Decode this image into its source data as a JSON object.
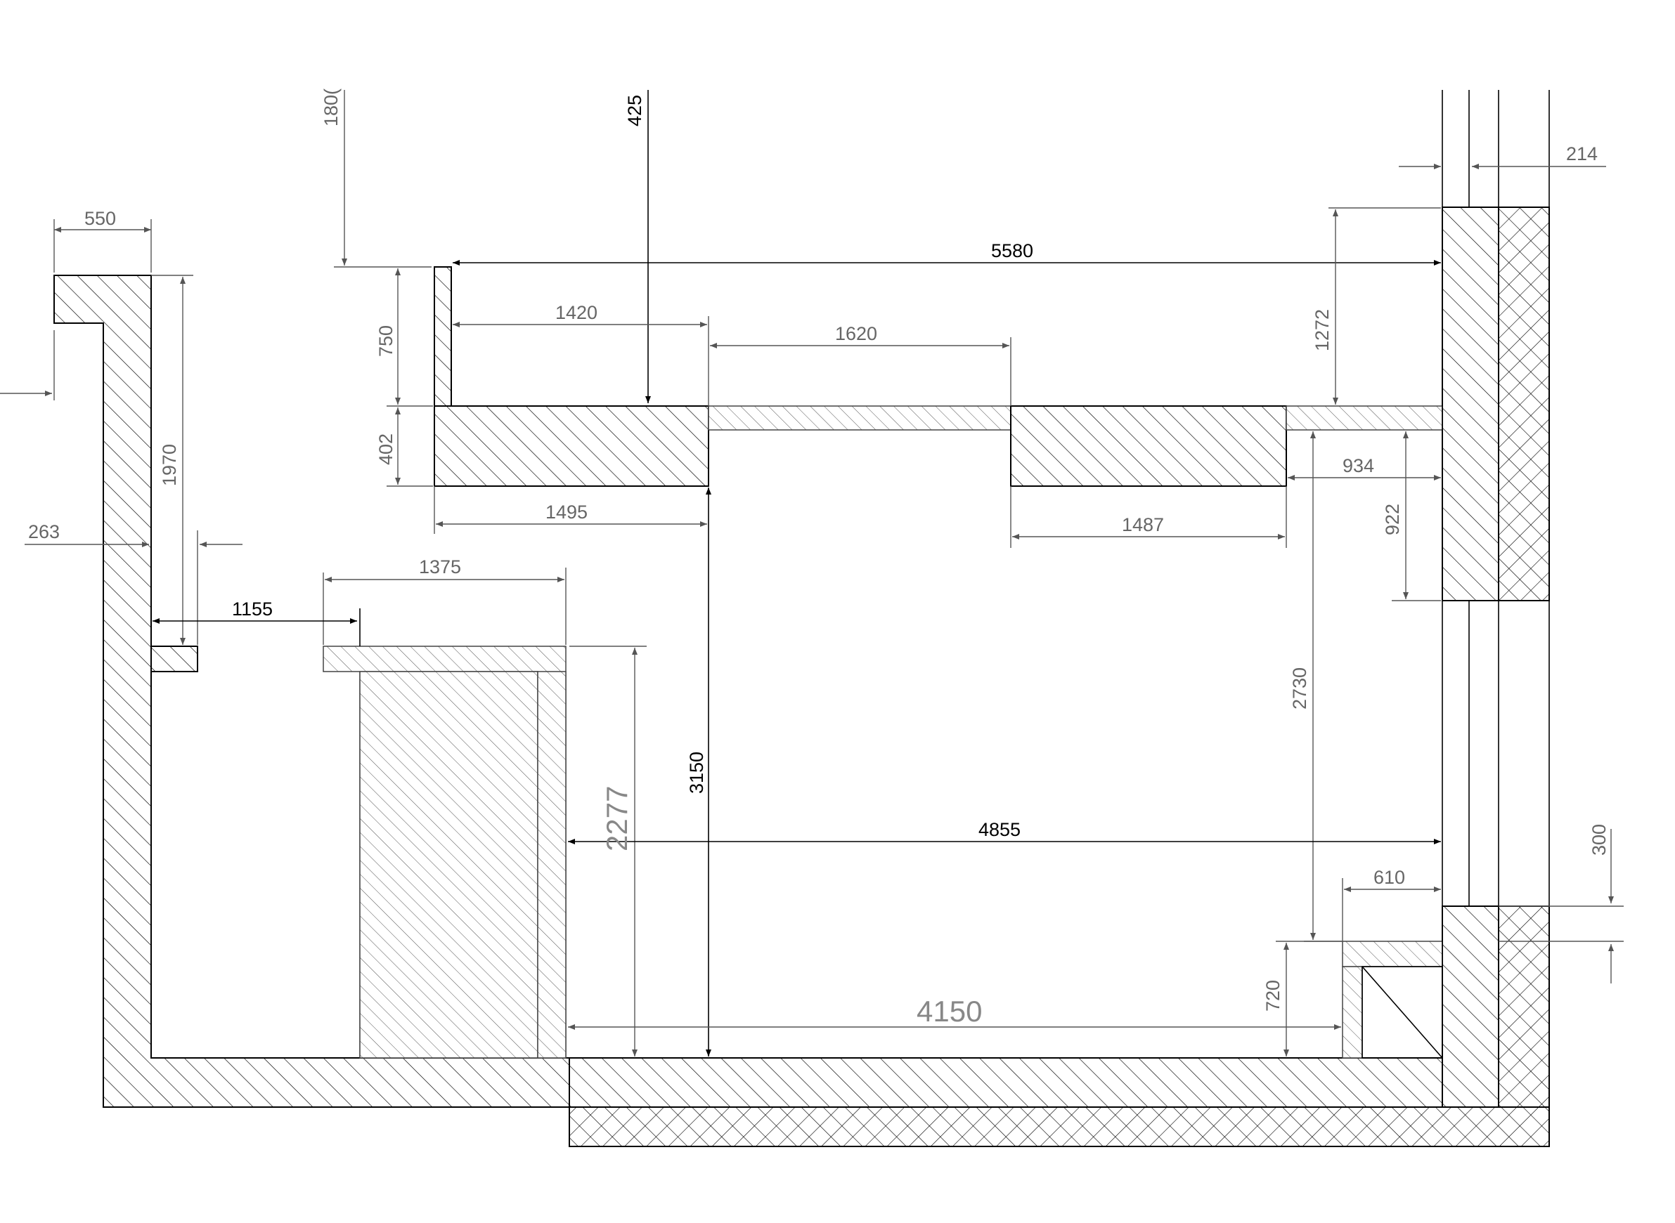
{
  "dimensions": {
    "d550": "550",
    "d1800": "180(",
    "d425": "425",
    "d214": "214",
    "d5580": "5580",
    "d1420": "1420",
    "d1620": "1620",
    "d1272": "1272",
    "d750": "750",
    "d402": "402",
    "d1970": "1970",
    "d1495": "1495",
    "d1487": "1487",
    "d934": "934",
    "d922": "922",
    "d263": "263",
    "d1375": "1375",
    "d1155": "1155",
    "d2730": "2730",
    "d2277": "2277",
    "d3150": "3150",
    "d4855": "4855",
    "d610": "610",
    "d300": "300",
    "d720": "720",
    "d4150": "4150"
  }
}
